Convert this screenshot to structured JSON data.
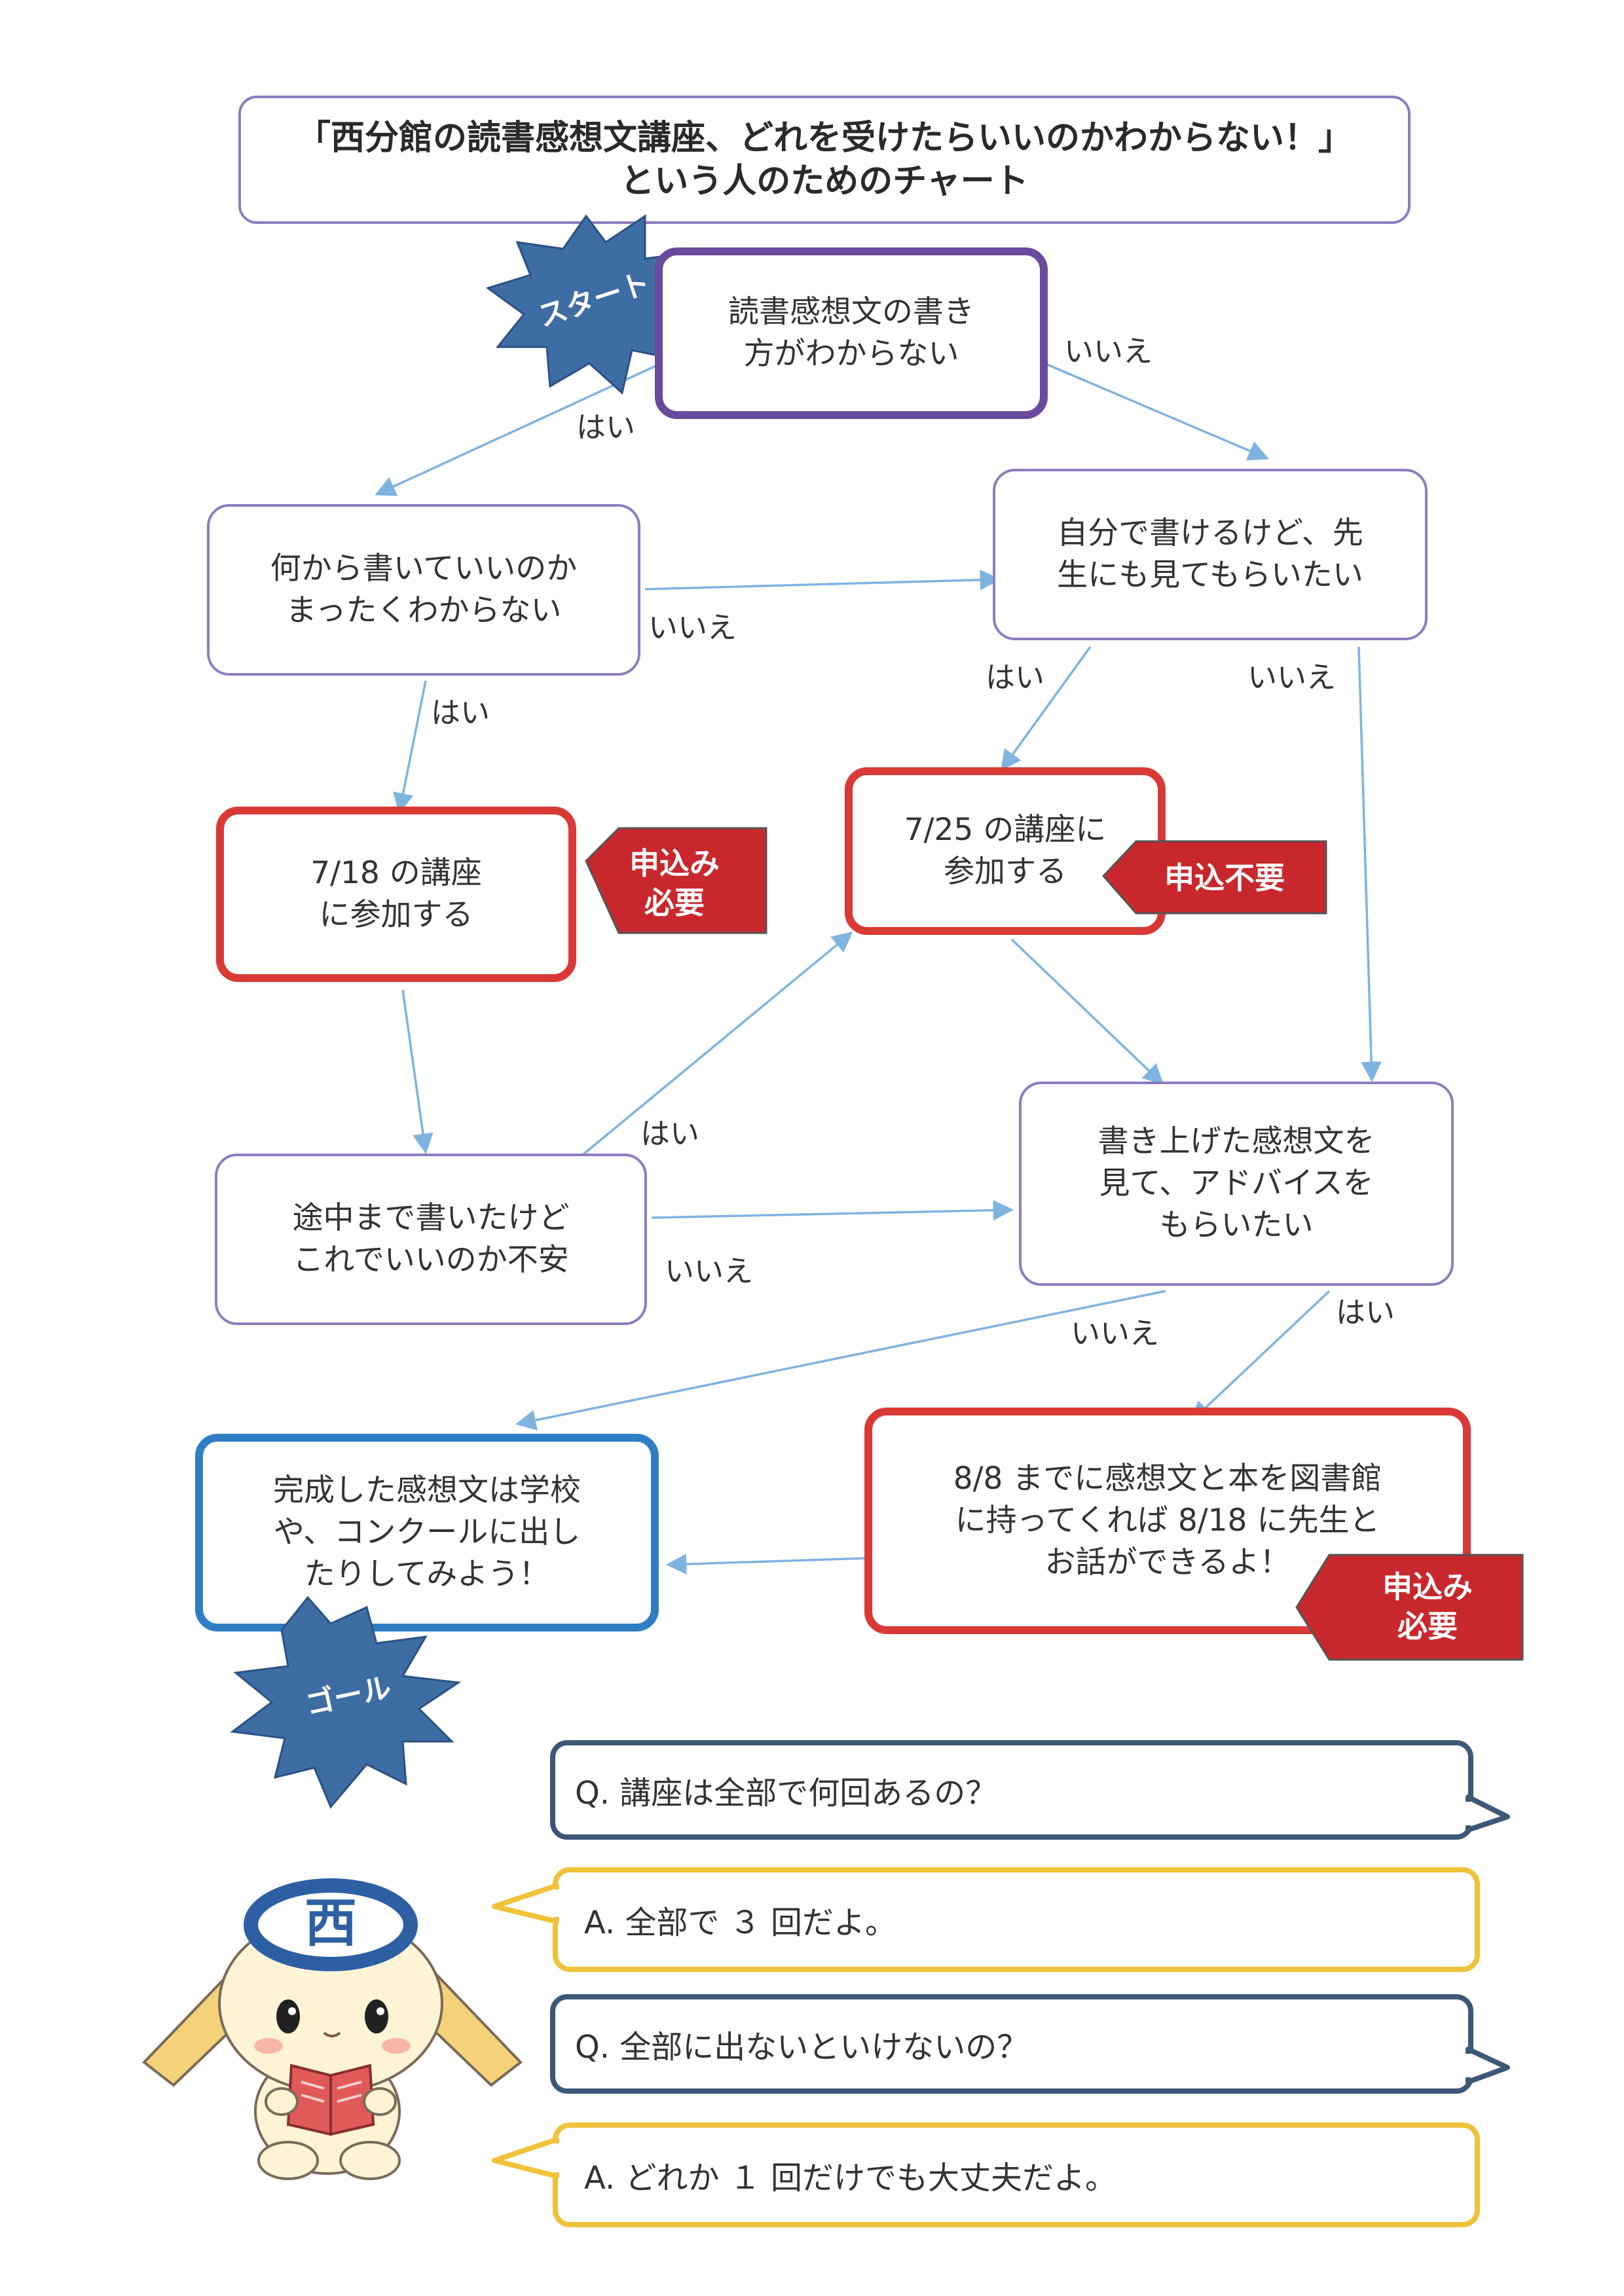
{
  "title": {
    "line1": "「西分館の読書感想文講座、どれを受けたらいいのかわからない！」",
    "line2": "という人のためのチャート"
  },
  "badges": {
    "start": "スタート",
    "goal": "ゴール"
  },
  "nodes": {
    "q1": [
      "読書感想文の書き",
      "方がわからない"
    ],
    "q2": [
      "何から書いていいのか",
      "まったくわからない"
    ],
    "q3": [
      "自分で書けるけど、先",
      "生にも見てもらいたい"
    ],
    "c718": [
      "7/18 の講座",
      "に参加する"
    ],
    "c725": [
      "7/25 の講座に",
      "参加する"
    ],
    "q4": [
      "途中まで書いたけど",
      "これでいいのか不安"
    ],
    "q5": [
      "書き上げた感想文を",
      "見て、アドバイスを",
      "もらいたい"
    ],
    "goal": [
      "完成した感想文は学校",
      "や、コンクールに出し",
      "たりしてみよう！"
    ],
    "c818": [
      "8/8 までに感想文と本を図書館",
      "に持ってくれば 8/18 に先生と",
      "お話ができるよ！"
    ]
  },
  "tags": {
    "req1": [
      "申込み",
      "必要"
    ],
    "noreq": "申込不要",
    "req2": [
      "申込み",
      "必要"
    ]
  },
  "edge_labels": {
    "q1_yes": "はい",
    "q1_no": "いいえ",
    "q2_no": "いいえ",
    "q2_yes": "はい",
    "q3_yes": "はい",
    "q3_no": "いいえ",
    "q4_yes": "はい",
    "q4_no": "いいえ",
    "q5_no": "いいえ",
    "q5_yes": "はい"
  },
  "faq": [
    {
      "q": "Q.  講座は全部で何回あるの？",
      "a": "A.  全部で ３ 回だよ。"
    },
    {
      "q": "Q.  全部に出ないといけないの？",
      "a": "A.  どれか １ 回だけでも大丈夫だよ。"
    }
  ],
  "mascot": {
    "emblem": "西"
  },
  "colors": {
    "purple": "#6a4a9c",
    "red": "#d93a35",
    "blue": "#2f7ec3",
    "navy": "#3d5876",
    "yellow": "#f0c23a",
    "arrow": "#7fb3e0"
  }
}
